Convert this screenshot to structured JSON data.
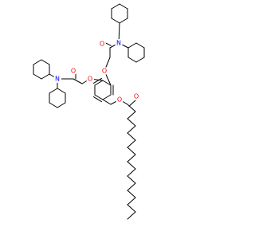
{
  "atoms": {
    "o1": {
      "label": "O",
      "color": "#ff0000"
    },
    "n1": {
      "label": "N",
      "color": "#0000ff"
    },
    "o2": {
      "label": "O",
      "color": "#ff0000"
    },
    "o3": {
      "label": "O",
      "color": "#ff0000"
    },
    "n2": {
      "label": "N",
      "color": "#0000ff"
    },
    "o4": {
      "label": "O",
      "color": "#ff0000"
    },
    "o5": {
      "label": "O",
      "color": "#ff0000"
    },
    "o6": {
      "label": "O",
      "color": "#ff0000"
    }
  }
}
